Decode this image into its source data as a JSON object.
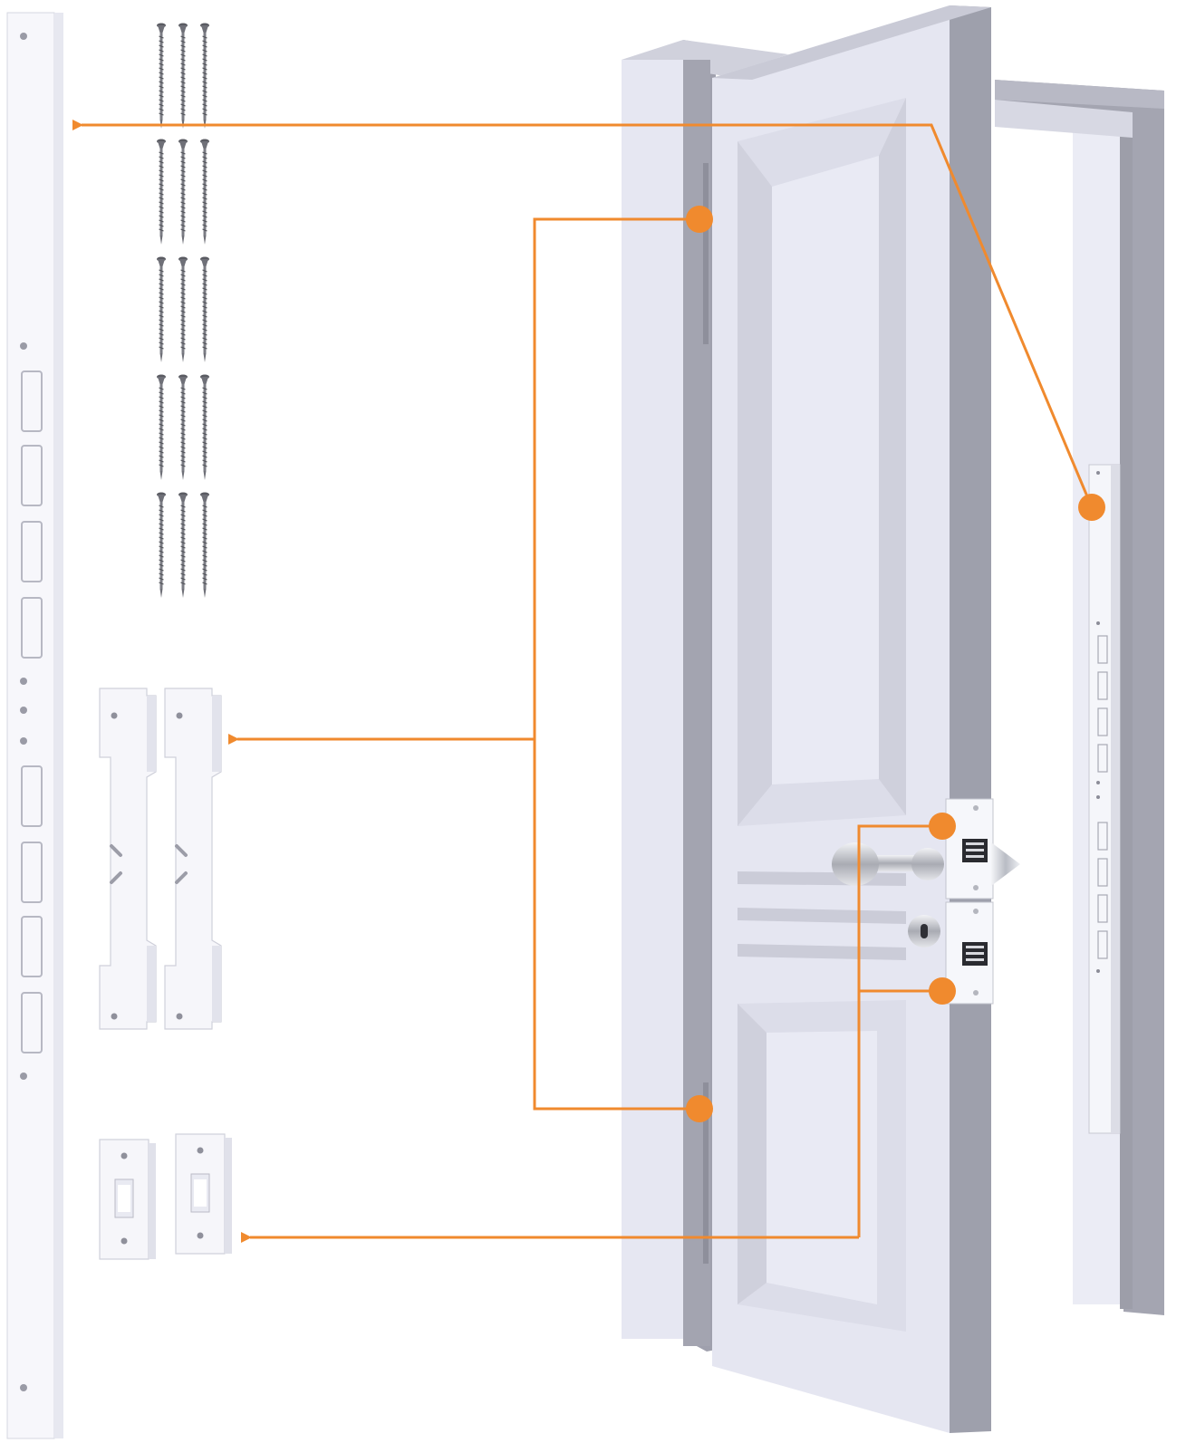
{
  "diagram": {
    "description_text": "",
    "colors": {
      "background": "#ffffff",
      "accent": "#f08a2e",
      "door_face": "#e4e5f1",
      "door_shadow": "#9fa0ad",
      "door_edge": "#b9bac7",
      "frame_face": "#e8e9f4",
      "frame_side": "#a6a7b3",
      "metal": "#cfd1d8",
      "plate_white": "#f6f6fa"
    },
    "parts": {
      "long_jamb_plate": {
        "icon": "long-jamb-reinforcement-plate-icon"
      },
      "screws": {
        "icon": "screw-icon",
        "rows": 5,
        "per_row": 3
      },
      "hinge_plates": {
        "icon": "hinge-reinforcement-plate-icon",
        "count": 2
      },
      "strike_plates": {
        "icon": "strike-plate-icon",
        "count": 2
      }
    },
    "callouts": [
      {
        "id": "jamb",
        "points_to": "long_jamb_plate",
        "from": "door-frame-right-jamb"
      },
      {
        "id": "hinges",
        "points_to": "hinge_plates",
        "from": "door-hinge-edge"
      },
      {
        "id": "lock",
        "points_to": "strike_plates",
        "from": "door-lock-edge"
      }
    ]
  }
}
